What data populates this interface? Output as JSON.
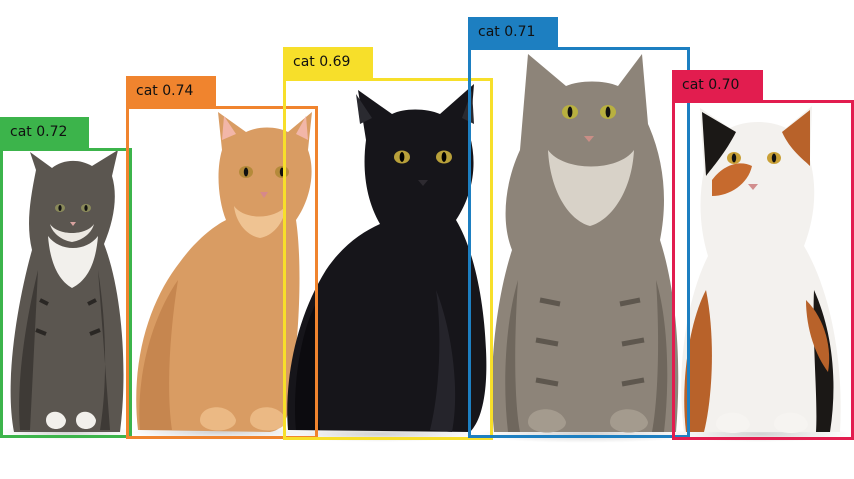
{
  "image": {
    "background": "#ffffff",
    "subjects": [
      {
        "name": "tabby-kitten",
        "fur": "#5a5550",
        "accent": "#f2f0ec",
        "eyes": "#8a8a5a"
      },
      {
        "name": "orange-kitten",
        "fur": "#d79a62",
        "accent": "#efc392",
        "eyes": "#b58a3a"
      },
      {
        "name": "black-cat",
        "fur": "#151418",
        "accent": "#2a2a30",
        "eyes": "#b8a03a"
      },
      {
        "name": "gray-tabby-cat",
        "fur": "#8d8479",
        "accent": "#d8d2c8",
        "eyes": "#b8b040"
      },
      {
        "name": "calico-cat",
        "fur": "#f3f1ee",
        "accent": "#b8622a",
        "eyes": "#c9a036"
      }
    ]
  },
  "detections": [
    {
      "class": "cat",
      "score": "0.72",
      "label": "cat 0.72",
      "color": "#3cb44b"
    },
    {
      "class": "cat",
      "score": "0.74",
      "label": "cat 0.74",
      "color": "#f0842e"
    },
    {
      "class": "cat",
      "score": "0.69",
      "label": "cat 0.69",
      "color": "#f7df2a"
    },
    {
      "class": "cat",
      "score": "0.71",
      "label": "cat 0.71",
      "color": "#1d7fc1"
    },
    {
      "class": "cat",
      "score": "0.70",
      "label": "cat 0.70",
      "color": "#e21d4f"
    }
  ]
}
